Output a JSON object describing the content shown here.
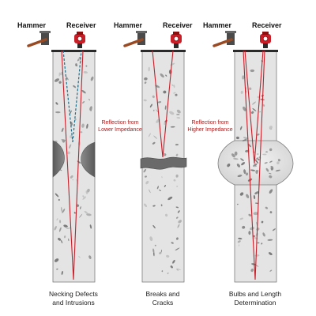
{
  "tools": {
    "hammer_label": "Hammer",
    "receiver_label": "Receiver"
  },
  "piles": [
    {
      "caption_line1": "Necking Defects",
      "caption_line2": "and Intrusions",
      "annotation_line1": "",
      "annotation_line2": ""
    },
    {
      "caption_line1": "Breaks and",
      "caption_line2": "Cracks",
      "annotation_line1": "Reflection from",
      "annotation_line2": "Lower Impedance"
    },
    {
      "caption_line1": "Bulbs  and Length",
      "caption_line2": "Determination",
      "annotation_line1": "Reflection from",
      "annotation_line2": "Higher Impedance"
    }
  ],
  "colors": {
    "concrete": "#e4e4e4",
    "pile_outline": "#7d7d7d",
    "wave_red": "#c81e28",
    "wave_blue": "#1f6f8b",
    "defect_gray": "#6a6a6a",
    "hammer_handle": "#9a4a22",
    "hammer_head": "#4a4a4a",
    "receiver_red": "#c81e28"
  }
}
